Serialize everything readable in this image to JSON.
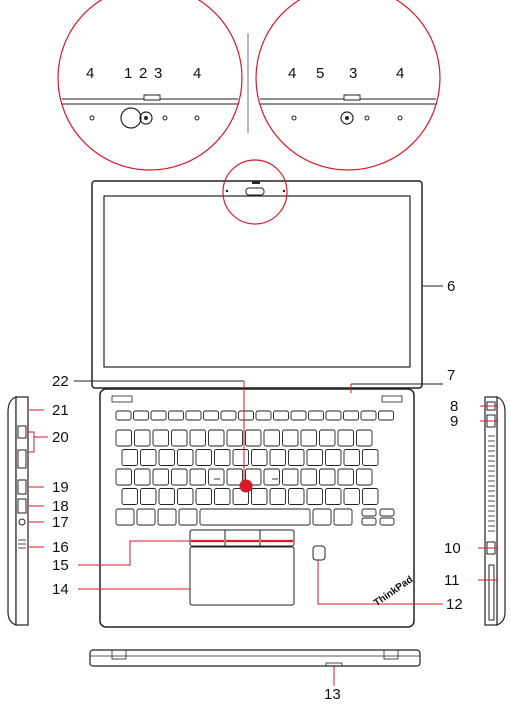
{
  "diagram": {
    "callouts": [
      "1",
      "2",
      "3",
      "4",
      "5",
      "6",
      "7",
      "8",
      "9",
      "10",
      "11",
      "12",
      "13",
      "14",
      "15",
      "16",
      "17",
      "18",
      "19",
      "20",
      "21",
      "22"
    ],
    "brand_logo": "ThinkPad",
    "colors": {
      "line": "#222222",
      "callout_line": "#d7192a",
      "trackpoint": "#d7192a",
      "gray_divider": "#888888"
    }
  }
}
